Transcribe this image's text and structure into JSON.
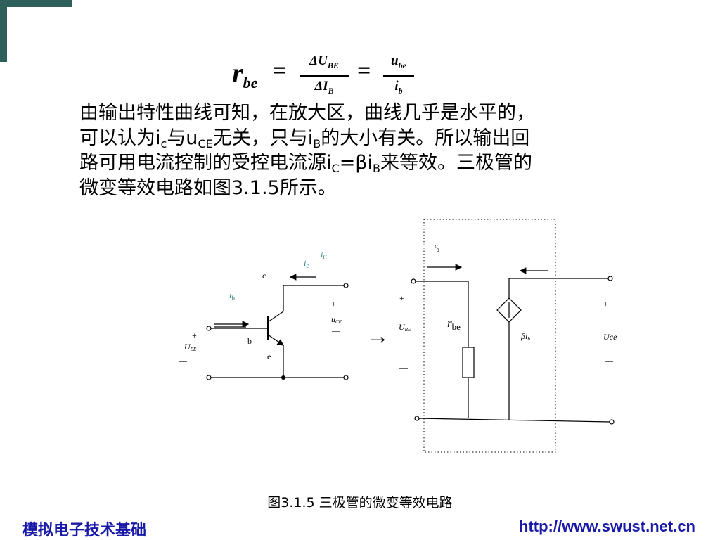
{
  "formula": {
    "lhs_main": "r",
    "lhs_sub": "be",
    "eq1": "=",
    "frac1_num_delta": "Δ",
    "frac1_num_var": "U",
    "frac1_num_sub": "BE",
    "frac1_den_delta": "Δ",
    "frac1_den_var": "I",
    "frac1_den_sub": "B",
    "eq2": "=",
    "frac2_num_var": "u",
    "frac2_num_sub": "be",
    "frac2_den_var": "i",
    "frac2_den_sub": "b"
  },
  "paragraph": {
    "line1": "由输出特性曲线可知，在放大区，曲线几乎是水平的，",
    "line2_a": "可以认为i",
    "line2_sub1": "c",
    "line2_b": "与u",
    "line2_sub2": "CE",
    "line2_c": "无关，只与i",
    "line2_sub3": "B",
    "line2_d": "的大小有关。所以输出回",
    "line3_a": "路可用电流控制的受控电流源i",
    "line3_sub1": "C",
    "line3_b": "=βi",
    "line3_sub2": "B",
    "line3_c": "来等效。三极管的",
    "line4": "微变等效电路如图3.1.5所示。"
  },
  "left_circuit": {
    "ic_upper": "i",
    "ic_upper_sub": "C",
    "ic_lower": "i",
    "ic_lower_sub": "c",
    "c_label": "c",
    "ib": "i",
    "ib_sub": "b",
    "plus_in": "+",
    "ube": "U",
    "ube_sub": "BE",
    "minus_in": "—",
    "b_label": "b",
    "e_label": "e",
    "plus_out": "+",
    "uce": "u",
    "uce_sub": "CE",
    "minus_out": "—"
  },
  "arrow_between": "→",
  "right_circuit": {
    "ib": "i",
    "ib_sub": "b",
    "plus_in": "+",
    "ube": "U",
    "ube_sub": "BE",
    "minus_in": "—",
    "rbe": "r",
    "rbe_sub": "be",
    "beta_ib": "βi",
    "beta_ib_sub": "b",
    "plus_out": "+",
    "uce": "Uce",
    "minus_out": "—"
  },
  "caption": "图3.1.5  三极管的微变等效电路",
  "footer": {
    "course": "模拟电子技术基础",
    "url": "http://www.swust.net.cn"
  },
  "colors": {
    "corner": "#2f5f5b",
    "footer_text": "#1a1aa8",
    "current_labels": "#2f7f7f"
  }
}
